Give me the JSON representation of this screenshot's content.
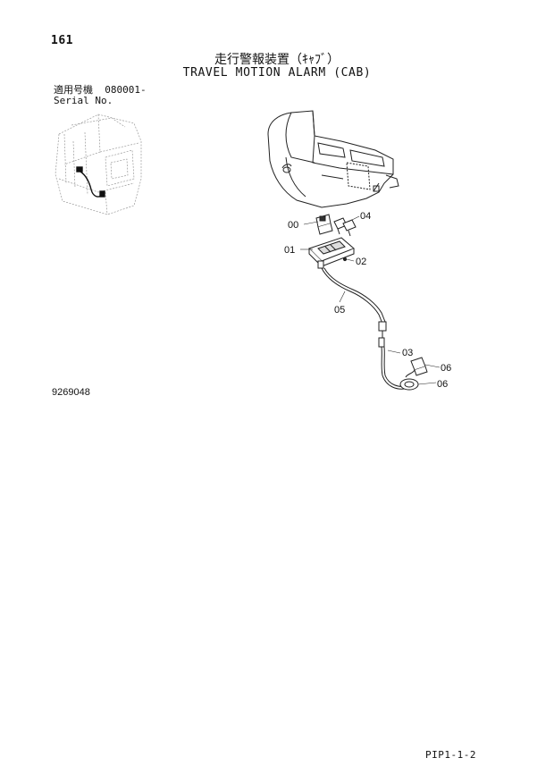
{
  "header": {
    "page_number": "161",
    "title_jp": "走行警報装置（ｷｬﾌﾞ）",
    "title_en": "TRAVEL MOTION ALARM (CAB)"
  },
  "serial": {
    "label_jp": "適用号機",
    "serial_value": "080001-",
    "label_en": "Serial No."
  },
  "drawing": {
    "doc_number": "9269048",
    "part_callouts": [
      "00",
      "01",
      "02",
      "03",
      "04",
      "05",
      "06",
      "06"
    ]
  },
  "footer": {
    "page_code": "PIP1-1-2"
  }
}
